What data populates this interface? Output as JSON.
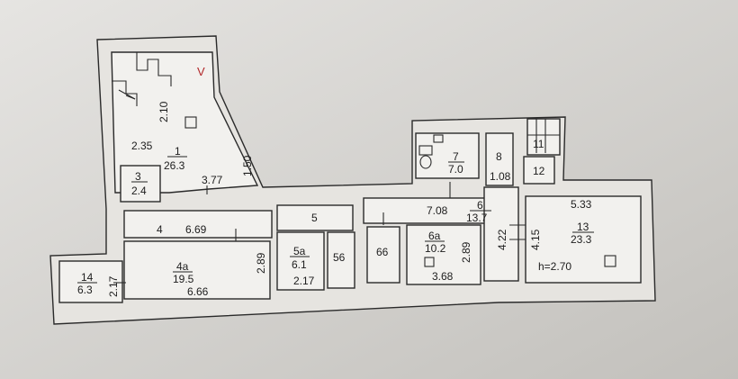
{
  "plan": {
    "section_mark": "V",
    "rooms": [
      {
        "id": "1",
        "number": "1",
        "area": "26.3"
      },
      {
        "id": "3",
        "number": "3",
        "area": "2.4"
      },
      {
        "id": "4",
        "number": "4",
        "area": ""
      },
      {
        "id": "4a",
        "number": "4a",
        "area": "19.5"
      },
      {
        "id": "5",
        "number": "5",
        "area": ""
      },
      {
        "id": "5a",
        "number": "5a",
        "area": "6.1"
      },
      {
        "id": "5b",
        "number": "56",
        "area": ""
      },
      {
        "id": "6",
        "number": "6",
        "area": "13.7"
      },
      {
        "id": "6a",
        "number": "6a",
        "area": "10.2"
      },
      {
        "id": "6b",
        "number": "66",
        "area": ""
      },
      {
        "id": "7",
        "number": "7",
        "area": "7.0"
      },
      {
        "id": "8",
        "number": "8",
        "area": ""
      },
      {
        "id": "11",
        "number": "11",
        "area": ""
      },
      {
        "id": "12",
        "number": "12",
        "area": ""
      },
      {
        "id": "13",
        "number": "13",
        "area": "23.3"
      },
      {
        "id": "14",
        "number": "14",
        "area": "6.3"
      }
    ],
    "dimensions": [
      "2.10",
      "2.35",
      "3.77",
      "1.50",
      "6.69",
      "2.89",
      "6.66",
      "2.17",
      "2.17",
      "7.08",
      "2.89",
      "3.68",
      "1.08",
      "4.22",
      "4.15",
      "5.33"
    ],
    "ceiling_height": "h=2.70"
  }
}
